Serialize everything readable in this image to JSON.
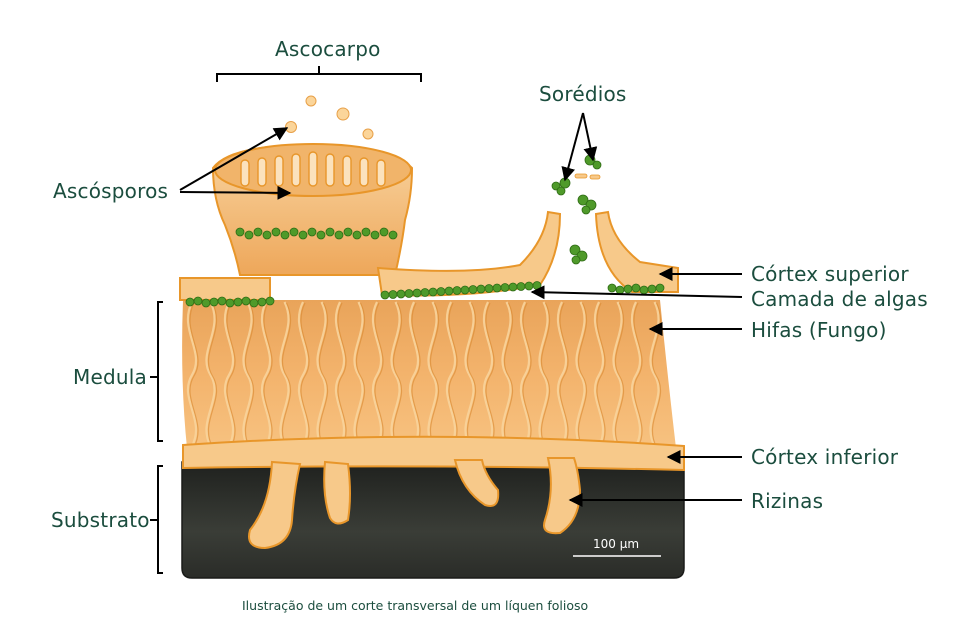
{
  "labels": {
    "ascocarpo": "Ascocarpo",
    "ascosporos": "Ascósporos",
    "soredios": "Sorédios",
    "cortex_superior": "Córtex superior",
    "camada_algas": "Camada de algas",
    "hifas": "Hifas (Fungo)",
    "medula": "Medula",
    "cortex_inferior": "Córtex inferior",
    "substrato": "Substrato",
    "rizinas": "Rizinas"
  },
  "scale_bar": "100 µm",
  "caption": "Ilustração de um corte transversal de um líquen folioso",
  "colors": {
    "label_text": "#1b4d3e",
    "cortex": "#f7c98a",
    "cortex_edge": "#e8962a",
    "medula": "#f2b368",
    "algae": "#4f9a2a",
    "substrate": "#2d2f2b",
    "leader": "#000000"
  }
}
